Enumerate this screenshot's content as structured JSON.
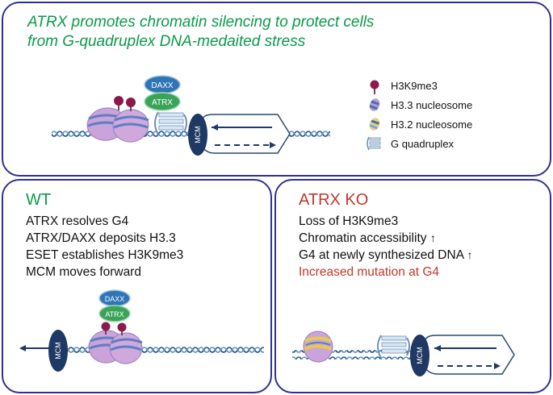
{
  "header": {
    "title_line1": "ATRX promotes chromatin silencing to protect cells",
    "title_line2": "from G-quadruplex DNA-medaited stress"
  },
  "legend": {
    "items": [
      {
        "label": "H3K9me3",
        "icon": "h3k9me3-mark-icon"
      },
      {
        "label": "H3.3 nucleosome",
        "icon": "h33-nucleosome-icon"
      },
      {
        "label": "H3.2 nucleosome",
        "icon": "h32-nucleosome-icon"
      },
      {
        "label": "G quadruplex",
        "icon": "g-quadruplex-icon"
      }
    ]
  },
  "diagram_labels": {
    "daxx": "DAXX",
    "atrx": "ATRX",
    "mcm": "MCM"
  },
  "wt": {
    "title": "WT",
    "lines": [
      "ATRX resolves G4",
      "ATRX/DAXX deposits H3.3",
      "ESET establishes H3K9me3",
      "MCM moves forward"
    ]
  },
  "ko": {
    "title": "ATRX KO",
    "lines": [
      "Loss of H3K9me3",
      "Chromatin accessibility",
      "G4 at newly synthesized DNA"
    ],
    "up_arrow": "↑",
    "highlight": "Increased mutation at G4"
  },
  "colors": {
    "border": "#2e3192",
    "green": "#0a9a4a",
    "red": "#c0392b",
    "dna": "#1f4e79",
    "mcm": "#1f3864",
    "daxx": "#2e75b6",
    "atrx": "#3aa35a",
    "h33": "#c9a3d9",
    "h32": "#e8d07a",
    "mark": "#8b1a4a"
  }
}
